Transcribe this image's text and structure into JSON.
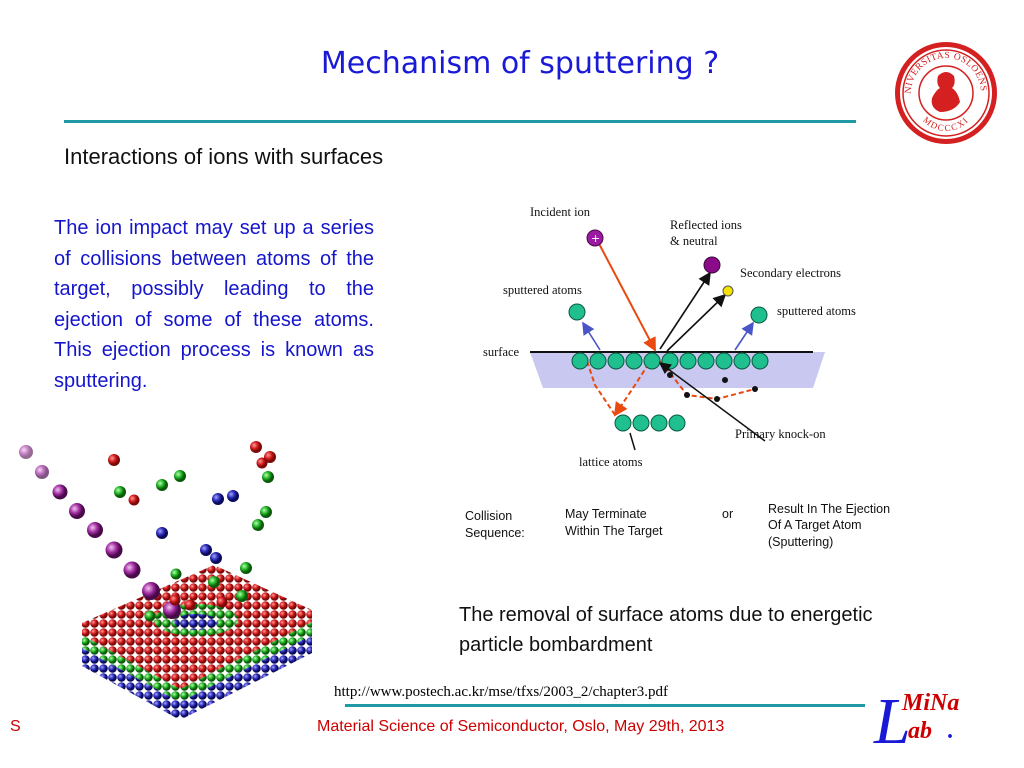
{
  "slide": {
    "title": "Mechanism of sputtering ?",
    "subtitle": "Interactions of ions with surfaces",
    "body": "The ion impact may set up a series of collisions between atoms of the target, possibly leading to the ejection of some of these atoms. This ejection process is known as sputtering.",
    "caption": "The removal of surface atoms due to energetic particle bombardment",
    "source_url": "http://www.postech.ac.kr/mse/tfxs/2003_2/chapter3.pdf"
  },
  "diagram": {
    "labels": {
      "incident_ion": "Incident ion",
      "reflected_1": "Reflected ions",
      "reflected_2": "& neutral",
      "secondary": "Secondary electrons",
      "sputtered_left": "sputtered atoms",
      "sputtered_right": "sputtered atoms",
      "surface": "surface",
      "knock_on": "Primary knock-on",
      "lattice": "lattice atoms"
    },
    "sequence": {
      "label_1": "Collision",
      "label_2": "Sequence:",
      "terminate_1": "May Terminate",
      "terminate_2": "Within The Target",
      "or": "or",
      "eject_1": "Result In The Ejection",
      "eject_2": "Of A Target Atom",
      "eject_3": "(Sputtering)"
    },
    "colors": {
      "atom": "#1fbf8f",
      "reflected": "#8a0a8a",
      "electron": "#f5e400",
      "incident_path": "#e84a10",
      "sputter_arrow": "#4a55c8",
      "target": "#c8c8f0"
    }
  },
  "seal": {
    "ring_text": "UNIVERSITAS OSLOENSIS",
    "year": "MDCCCXI",
    "color": "#d42020"
  },
  "footer": {
    "left": "S",
    "text": "Material Science of Semiconductor, Oslo, May 29th, 2013"
  },
  "logo": {
    "big_letter": "L",
    "top": "MiNa",
    "bottom": "ab",
    "dot": "."
  },
  "colors": {
    "title": "#1a1ad6",
    "body": "#1515cc",
    "rule": "#1f9aa5",
    "footer": "#cc0000"
  }
}
